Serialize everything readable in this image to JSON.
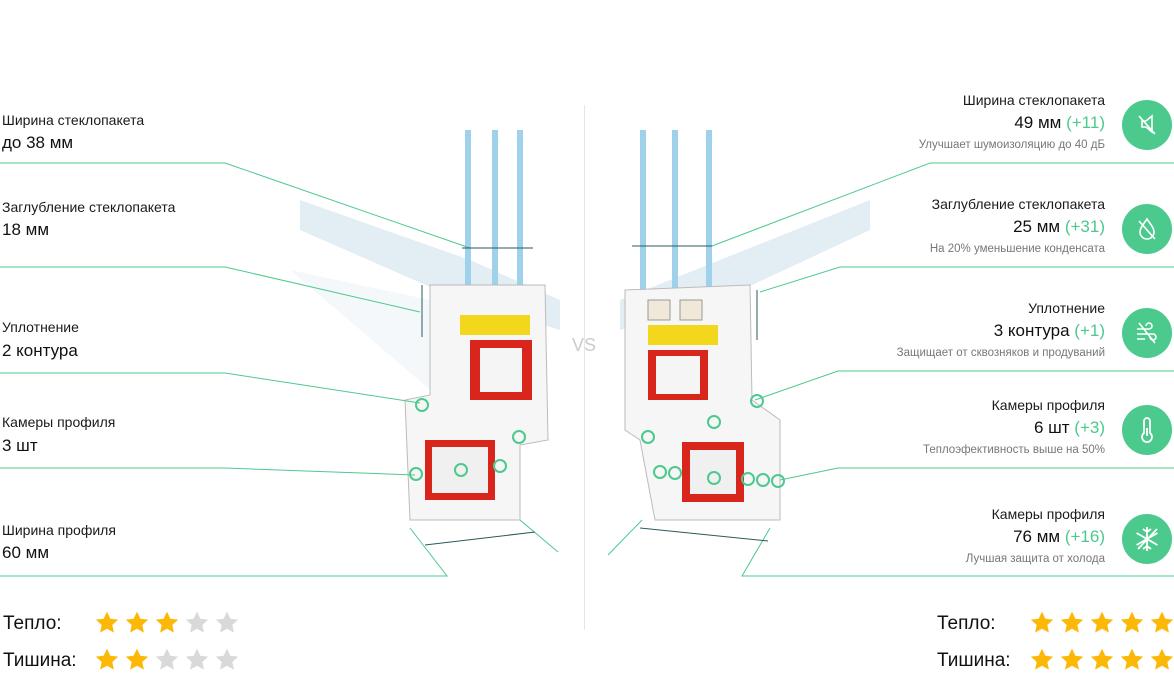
{
  "left": {
    "specs": [
      {
        "label": "Ширина стеклопакета",
        "value": "до 38 мм"
      },
      {
        "label": "Заглубление стеклопакета",
        "value": "18 мм"
      },
      {
        "label": "Уплотнение",
        "value": "2 контура"
      },
      {
        "label": "Камеры профиля",
        "value": "3 шт"
      },
      {
        "label": "Ширина профиля",
        "value": "60 мм"
      }
    ],
    "ratings": [
      {
        "label": "Тепло:",
        "stars": 3
      },
      {
        "label": "Тишина:",
        "stars": 2
      }
    ]
  },
  "vs": "VS",
  "right": {
    "specs": [
      {
        "label": "Ширина стеклопакета",
        "value": "49 мм",
        "delta": "(+11)",
        "note": "Улучшает шумоизоляцию до 40 дБ",
        "icon": "mute-icon"
      },
      {
        "label": "Заглубление стеклопакета",
        "value": "25 мм",
        "delta": "(+31)",
        "note": "На 20% уменьшение конденсата",
        "icon": "no-drop-icon"
      },
      {
        "label": "Уплотнение",
        "value": "3 контура",
        "delta": "(+1)",
        "note": "Защищает от сквозняков и продуваний",
        "icon": "no-wind-icon"
      },
      {
        "label": "Камеры профиля",
        "value": "6 шт",
        "delta": "(+3)",
        "note": "Теплоэфективность выше на 50%",
        "icon": "thermometer-icon"
      },
      {
        "label": "Камеры профиля",
        "value": "76 мм",
        "delta": "(+16)",
        "note": "Лучшая защита от холода",
        "icon": "snowflake-icon"
      }
    ],
    "ratings": [
      {
        "label": "Тепло:",
        "stars": 5
      },
      {
        "label": "Тишина:",
        "stars": 5
      }
    ]
  },
  "colors": {
    "accent": "#4cc98d",
    "star": "#fbb806",
    "star_off": "#d9d9d9",
    "chamber": "#d8261c"
  }
}
